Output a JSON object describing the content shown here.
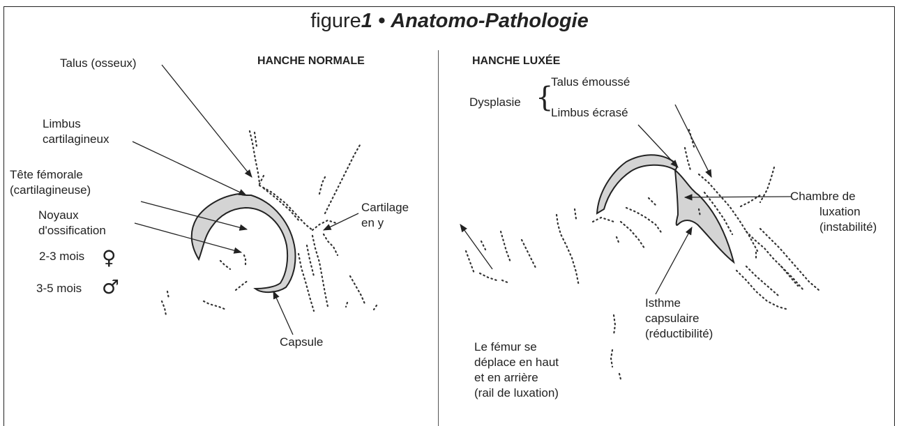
{
  "title": {
    "prefix": "figure",
    "number": "1",
    "bullet": "•",
    "main": "Anatomo-Pathologie"
  },
  "left": {
    "heading": "HANCHE NORMALE",
    "talus": "Talus (osseux)",
    "limbus_1": "Limbus",
    "limbus_2": "cartilagineux",
    "tete_1": "Tête fémorale",
    "tete_2": "(cartilagineuse)",
    "noyaux_1": "Noyaux",
    "noyaux_2": "d'ossification",
    "mois_f": "2-3 mois",
    "mois_m": "3-5 mois",
    "symbol_f": "♀",
    "symbol_m": "♂",
    "cartilage_1": "Cartilage",
    "cartilage_2": "en y",
    "capsule": "Capsule"
  },
  "right": {
    "heading": "HANCHE LUXÉE",
    "dysplasie": "Dysplasie",
    "brace": "{",
    "talus": "Talus émoussé",
    "limbus": "Limbus écrasé",
    "chambre_1": "Chambre de",
    "chambre_2": "luxation",
    "chambre_3": "(instabilité)",
    "isthme_1": "Isthme",
    "isthme_2": "capsulaire",
    "isthme_3": "(réductibilité)",
    "femur_1": "Le fémur se",
    "femur_2": "déplace en haut",
    "femur_3": "et en arrière",
    "femur_4": "(rail de luxation)"
  },
  "colors": {
    "ink": "#222222",
    "capsule_fill": "#d4d4d4"
  }
}
